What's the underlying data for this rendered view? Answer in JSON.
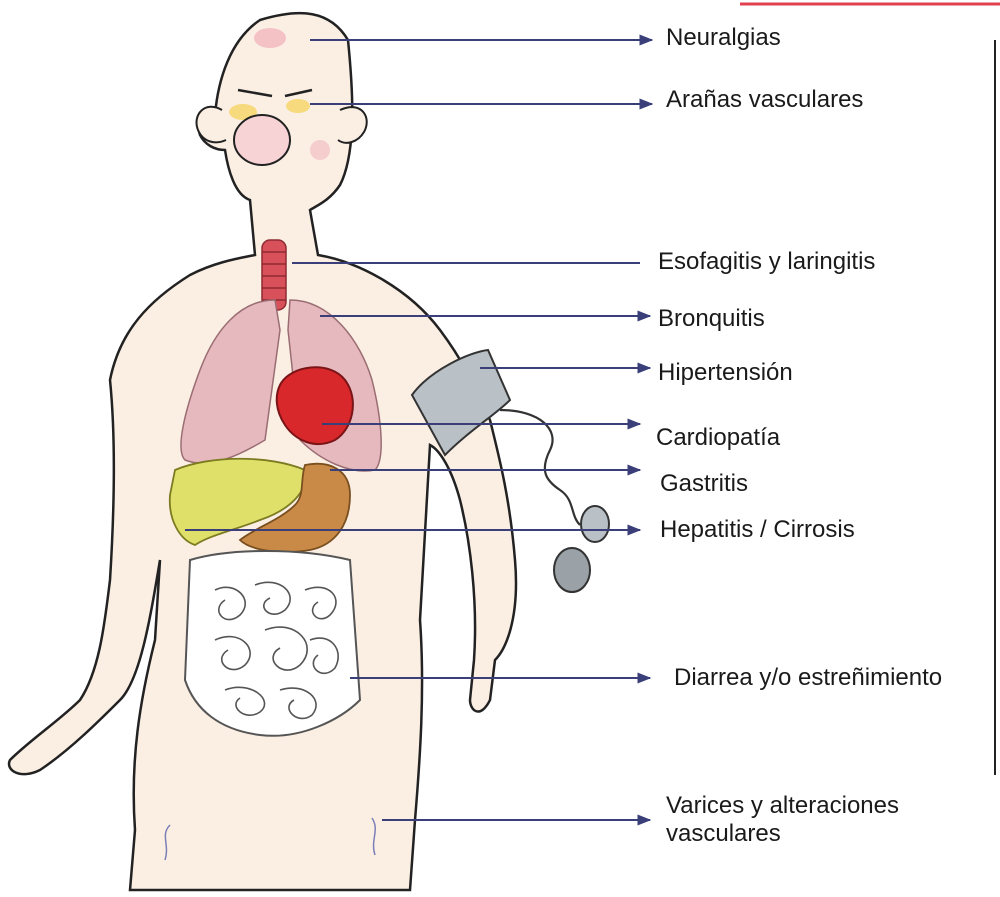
{
  "labels": {
    "neuralgias": "Neuralgias",
    "aranas": "Arañas vasculares",
    "esofagitis": "Esofagitis y laringitis",
    "bronquitis": "Bronquitis",
    "hipertension": "Hipertensión",
    "cardiopatia": "Cardiopatía",
    "gastritis": "Gastritis",
    "hepatitis": "Hepatitis / Cirrosis",
    "diarrea": "Diarrea y/o estreñimiento",
    "varices": "Varices y alteraciones vasculares"
  },
  "colors": {
    "arrow": "#3a3f7a",
    "outline": "#222222",
    "skin": "#fbefe4",
    "lungs": "#e6b9bf",
    "heart": "#d8282b",
    "trachea": "#d8505a",
    "liver": "#dfe06a",
    "stomach": "#c98a48",
    "intestine": "#ffffff",
    "cuff": "#b9c1c6",
    "top_rule": "#e0404f"
  }
}
